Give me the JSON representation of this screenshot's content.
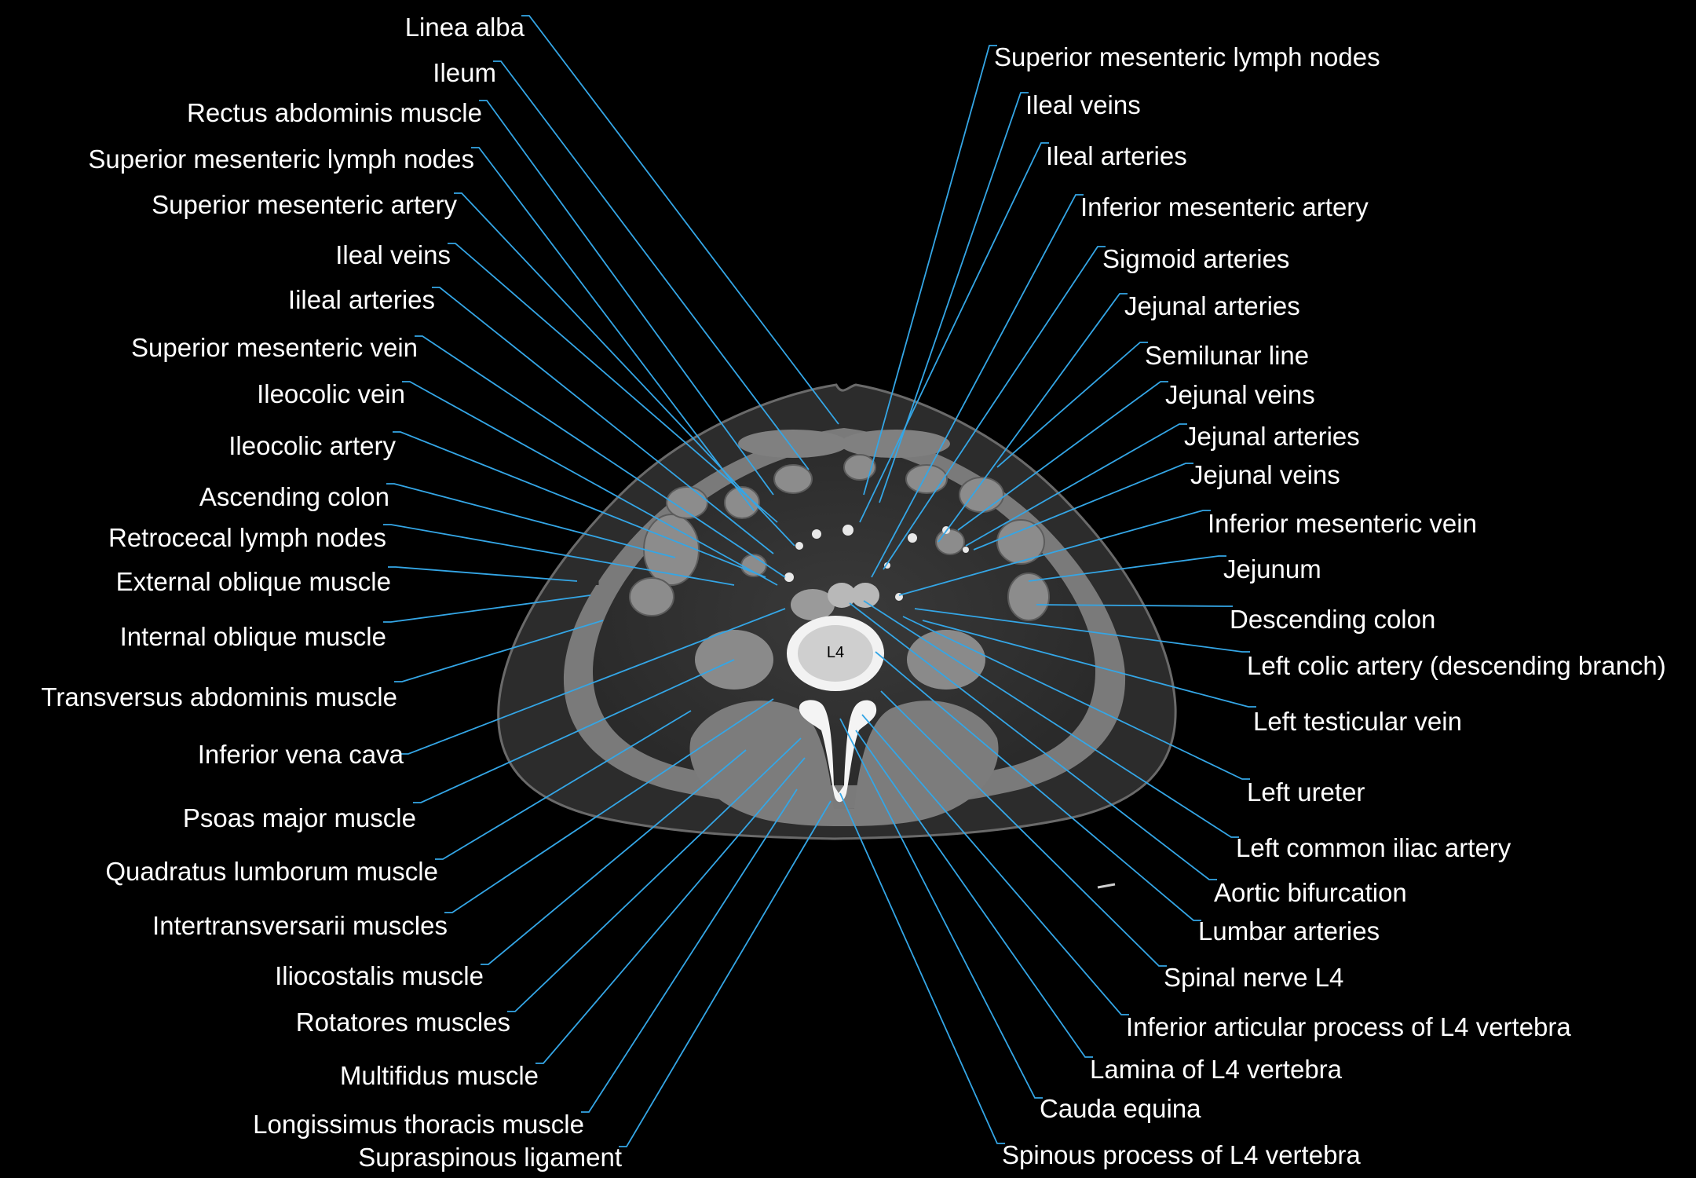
{
  "image": {
    "vertebra_label": "L4"
  },
  "colors": {
    "background": "#000000",
    "leader_line": "#34a6e6",
    "label_text": "#ffffff"
  },
  "labels_left": [
    "Linea alba",
    "Ileum",
    "Rectus abdominis muscle",
    "Superior mesenteric lymph nodes",
    "Superior mesenteric artery",
    "Ileal veins",
    "Iileal arteries",
    "Superior mesenteric vein",
    "Ileocolic vein",
    "Ileocolic  artery",
    "Ascending colon",
    "Retrocecal lymph nodes",
    "External oblique muscle",
    "Internal oblique muscle",
    "Transversus abdominis muscle",
    "Inferior vena cava",
    "Psoas major muscle",
    "Quadratus lumborum muscle",
    "Intertransversarii muscles",
    "Iliocostalis muscle",
    "Rotatores muscles",
    "Multifidus muscle",
    "Longissimus thoracis muscle",
    "Supraspinous ligament"
  ],
  "labels_right": [
    "Superior mesenteric lymph nodes",
    "Ileal veins",
    "Ileal arteries",
    "Inferior mesenteric artery",
    "Sigmoid  arteries",
    "Jejunal arteries",
    "Semilunar line",
    "Jejunal veins",
    "Jejunal arteries",
    "Jejunal veins",
    "Inferior mesenteric vein",
    "Jejunum",
    "Descending colon",
    "Left colic  artery (descending branch)",
    "Left testicular vein",
    "Left ureter",
    "Left common iliac artery",
    "Aortic bifurcation",
    "Lumbar arteries",
    "Spinal nerve L4",
    "Inferior articular process of L4 vertebra",
    "Lamina of L4 vertebra",
    "Cauda equina",
    "Spinous process of L4 vertebra"
  ]
}
